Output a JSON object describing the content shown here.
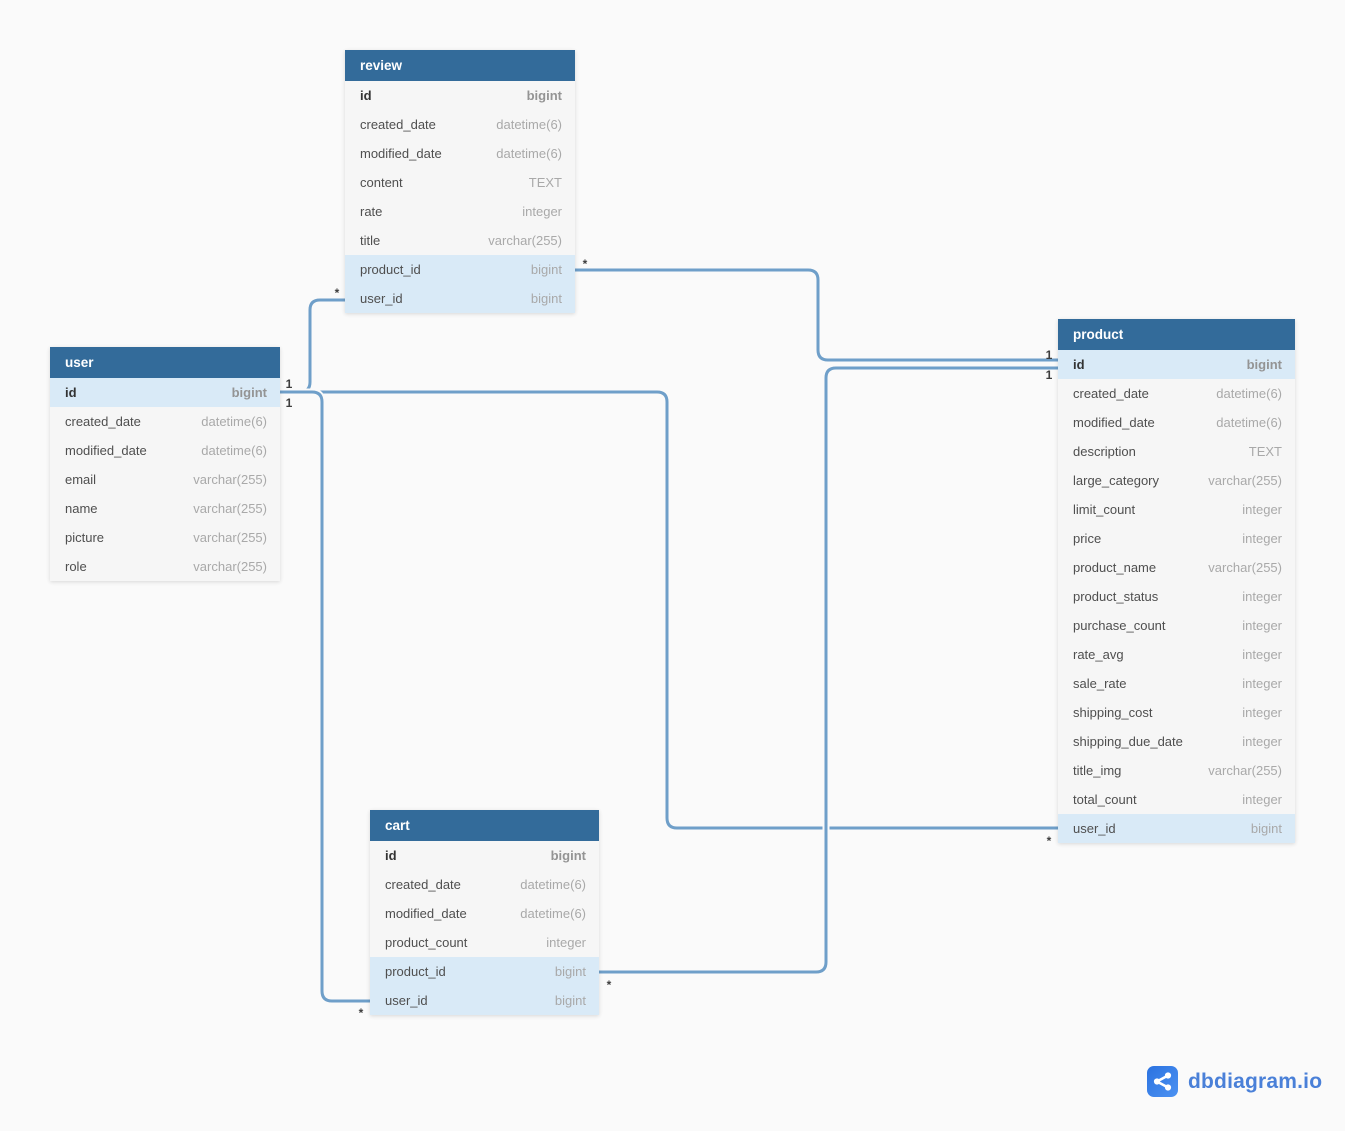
{
  "watermark": {
    "label": "dbdiagram.io",
    "icon": "share-network-icon"
  },
  "theme": {
    "canvas_bg": "#fafafa",
    "header_bg": "#336b9a",
    "row_bg": "#f6f6f6",
    "row_highlight_bg": "#d9eaf7",
    "name_color": "#4f4f4f",
    "type_color": "#a9a9a9",
    "line_color": "#6f9fc9",
    "cardinality_color": "#3d3d3d",
    "brand_color": "#4a80d8"
  },
  "diagram": {
    "tables": [
      {
        "id": "review",
        "name": "review",
        "columns": [
          {
            "name": "id",
            "type": "bigint",
            "pk": true,
            "highlight": false
          },
          {
            "name": "created_date",
            "type": "datetime(6)",
            "pk": false,
            "highlight": false
          },
          {
            "name": "modified_date",
            "type": "datetime(6)",
            "pk": false,
            "highlight": false
          },
          {
            "name": "content",
            "type": "TEXT",
            "pk": false,
            "highlight": false
          },
          {
            "name": "rate",
            "type": "integer",
            "pk": false,
            "highlight": false
          },
          {
            "name": "title",
            "type": "varchar(255)",
            "pk": false,
            "highlight": false
          },
          {
            "name": "product_id",
            "type": "bigint",
            "pk": false,
            "highlight": true
          },
          {
            "name": "user_id",
            "type": "bigint",
            "pk": false,
            "highlight": true
          }
        ]
      },
      {
        "id": "user",
        "name": "user",
        "columns": [
          {
            "name": "id",
            "type": "bigint",
            "pk": true,
            "highlight": true
          },
          {
            "name": "created_date",
            "type": "datetime(6)",
            "pk": false,
            "highlight": false
          },
          {
            "name": "modified_date",
            "type": "datetime(6)",
            "pk": false,
            "highlight": false
          },
          {
            "name": "email",
            "type": "varchar(255)",
            "pk": false,
            "highlight": false
          },
          {
            "name": "name",
            "type": "varchar(255)",
            "pk": false,
            "highlight": false
          },
          {
            "name": "picture",
            "type": "varchar(255)",
            "pk": false,
            "highlight": false
          },
          {
            "name": "role",
            "type": "varchar(255)",
            "pk": false,
            "highlight": false
          }
        ]
      },
      {
        "id": "product",
        "name": "product",
        "columns": [
          {
            "name": "id",
            "type": "bigint",
            "pk": true,
            "highlight": true
          },
          {
            "name": "created_date",
            "type": "datetime(6)",
            "pk": false,
            "highlight": false
          },
          {
            "name": "modified_date",
            "type": "datetime(6)",
            "pk": false,
            "highlight": false
          },
          {
            "name": "description",
            "type": "TEXT",
            "pk": false,
            "highlight": false
          },
          {
            "name": "large_category",
            "type": "varchar(255)",
            "pk": false,
            "highlight": false
          },
          {
            "name": "limit_count",
            "type": "integer",
            "pk": false,
            "highlight": false
          },
          {
            "name": "price",
            "type": "integer",
            "pk": false,
            "highlight": false
          },
          {
            "name": "product_name",
            "type": "varchar(255)",
            "pk": false,
            "highlight": false
          },
          {
            "name": "product_status",
            "type": "integer",
            "pk": false,
            "highlight": false
          },
          {
            "name": "purchase_count",
            "type": "integer",
            "pk": false,
            "highlight": false
          },
          {
            "name": "rate_avg",
            "type": "integer",
            "pk": false,
            "highlight": false
          },
          {
            "name": "sale_rate",
            "type": "integer",
            "pk": false,
            "highlight": false
          },
          {
            "name": "shipping_cost",
            "type": "integer",
            "pk": false,
            "highlight": false
          },
          {
            "name": "shipping_due_date",
            "type": "integer",
            "pk": false,
            "highlight": false
          },
          {
            "name": "title_img",
            "type": "varchar(255)",
            "pk": false,
            "highlight": false
          },
          {
            "name": "total_count",
            "type": "integer",
            "pk": false,
            "highlight": false
          },
          {
            "name": "user_id",
            "type": "bigint",
            "pk": false,
            "highlight": true
          }
        ]
      },
      {
        "id": "cart",
        "name": "cart",
        "columns": [
          {
            "name": "id",
            "type": "bigint",
            "pk": true,
            "highlight": false
          },
          {
            "name": "created_date",
            "type": "datetime(6)",
            "pk": false,
            "highlight": false
          },
          {
            "name": "modified_date",
            "type": "datetime(6)",
            "pk": false,
            "highlight": false
          },
          {
            "name": "product_count",
            "type": "integer",
            "pk": false,
            "highlight": false
          },
          {
            "name": "product_id",
            "type": "bigint",
            "pk": false,
            "highlight": true
          },
          {
            "name": "user_id",
            "type": "bigint",
            "pk": false,
            "highlight": true
          }
        ]
      }
    ],
    "relationships": [
      {
        "id": "product_user",
        "from": {
          "table": "product",
          "column": "user_id",
          "cardinality": "*"
        },
        "to": {
          "table": "user",
          "column": "id",
          "cardinality": "1"
        }
      },
      {
        "id": "review_user",
        "from": {
          "table": "review",
          "column": "user_id",
          "cardinality": "*"
        },
        "to": {
          "table": "user",
          "column": "id",
          "cardinality": "1"
        }
      },
      {
        "id": "cart_user",
        "from": {
          "table": "cart",
          "column": "user_id",
          "cardinality": "*"
        },
        "to": {
          "table": "user",
          "column": "id",
          "cardinality": "1"
        }
      },
      {
        "id": "review_product",
        "from": {
          "table": "review",
          "column": "product_id",
          "cardinality": "*"
        },
        "to": {
          "table": "product",
          "column": "id",
          "cardinality": "1"
        }
      },
      {
        "id": "cart_product",
        "from": {
          "table": "cart",
          "column": "product_id",
          "cardinality": "*"
        },
        "to": {
          "table": "product",
          "column": "id",
          "cardinality": "1"
        }
      }
    ]
  }
}
